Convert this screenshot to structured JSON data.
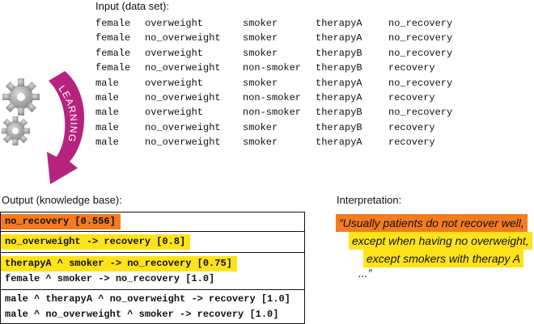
{
  "input": {
    "title": "Input (data set):",
    "rows": [
      [
        "female",
        "overweight",
        "smoker",
        "therapyA",
        "no_recovery"
      ],
      [
        "female",
        "no_overweight",
        "smoker",
        "therapyA",
        "no_recovery"
      ],
      [
        "female",
        "overweight",
        "smoker",
        "therapyB",
        "no_recovery"
      ],
      [
        "female",
        "no_overweight",
        "non-smoker",
        "therapyB",
        "recovery"
      ],
      [
        "male",
        "overweight",
        "smoker",
        "therapyA",
        "no_recovery"
      ],
      [
        "male",
        "no_overweight",
        "non-smoker",
        "therapyA",
        "recovery"
      ],
      [
        "male",
        "overweight",
        "non-smoker",
        "therapyB",
        "no_recovery"
      ],
      [
        "male",
        "no_overweight",
        "smoker",
        "therapyB",
        "recovery"
      ],
      [
        "male",
        "no_overweight",
        "smoker",
        "therapyA",
        "recovery"
      ]
    ]
  },
  "arrow": {
    "label": "LEARNING",
    "color": "#b5237f"
  },
  "icons": {
    "gears": "gear-icon"
  },
  "output": {
    "title": "Output (knowledge base):",
    "sections": [
      [
        "no_recovery [0.556]"
      ],
      [
        "no_overweight -> recovery [0.8]"
      ],
      [
        "therapyA ^ smoker -> no_recovery [0.75]",
        "female ^ smoker -> no_recovery [1.0]"
      ],
      [
        "male ^ therapyA ^ no_overweight -> recovery [1.0]",
        "male ^ no_overweight ^ smoker -> recovery [1.0]"
      ]
    ]
  },
  "interpretation": {
    "title": "Interpretation:",
    "lines": [
      "”Usually patients do not recover well,",
      "except when having no overweight,",
      "except smokers with therapy A",
      "...”"
    ]
  },
  "colors": {
    "highlight_orange": "#f47b20",
    "highlight_yellow": "#ffe31a"
  }
}
